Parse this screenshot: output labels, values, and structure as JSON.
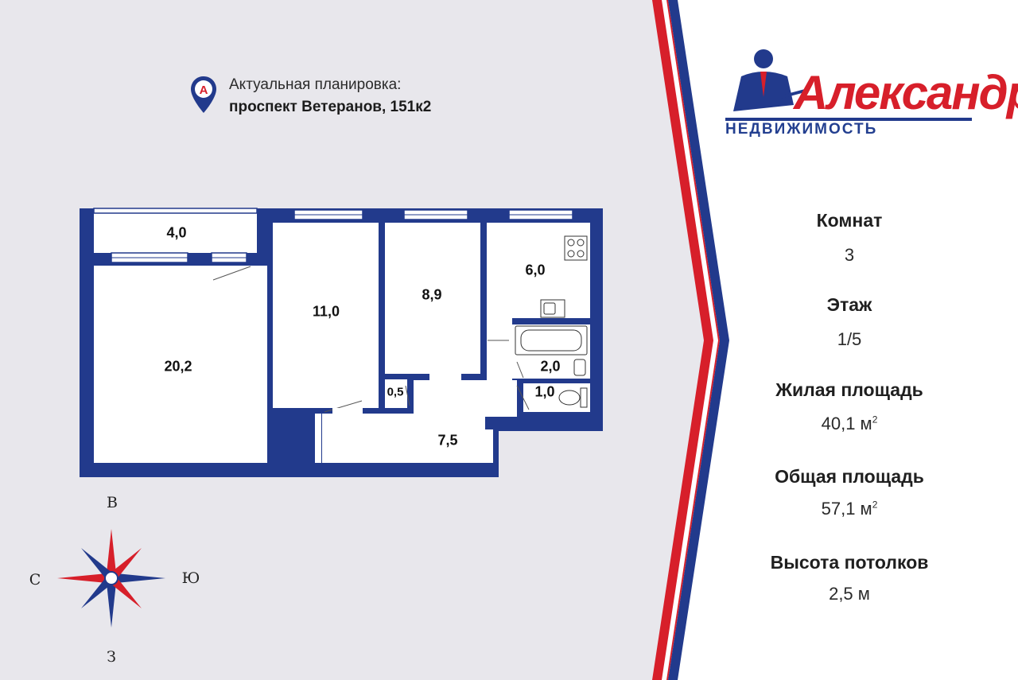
{
  "address": {
    "line1": "Актуальная планировка:",
    "line2": "проспект Ветеранов, 151к2"
  },
  "rooms": [
    {
      "id": "balcony",
      "area": "4,0"
    },
    {
      "id": "living-room",
      "area": "20,2"
    },
    {
      "id": "bedroom-1",
      "area": "11,0"
    },
    {
      "id": "bedroom-2",
      "area": "8,9"
    },
    {
      "id": "kitchen",
      "area": "6,0"
    },
    {
      "id": "bathroom",
      "area": "2,0"
    },
    {
      "id": "closet",
      "area": "0,5"
    },
    {
      "id": "toilet",
      "area": "1,0"
    },
    {
      "id": "hallway",
      "area": "7,5"
    }
  ],
  "compass": {
    "north": "В",
    "west": "С",
    "east": "Ю",
    "south": "З"
  },
  "logo": {
    "name": "Александр",
    "subtitle": "НЕДВИЖИМОСТЬ"
  },
  "info": {
    "rooms_label": "Комнат",
    "rooms_value": "3",
    "floor_label": "Этаж",
    "floor_value": "1/5",
    "living_label": "Жилая площадь",
    "living_value": "40,1 м",
    "total_label": "Общая площадь",
    "total_value": "57,1 м",
    "ceiling_label": "Высота потолков",
    "ceiling_value": "2,5 м",
    "unit_exp": "2"
  },
  "colors": {
    "wall": "#223a8c",
    "accent_red": "#d71f2a",
    "panel": "#ffffff",
    "bg": "#e8e7ec"
  },
  "icons": [
    "location-pin-icon",
    "compass-rose-icon",
    "stove-icon",
    "sink-icon",
    "bathtub-icon",
    "toilet-icon",
    "agent-figure-icon"
  ]
}
